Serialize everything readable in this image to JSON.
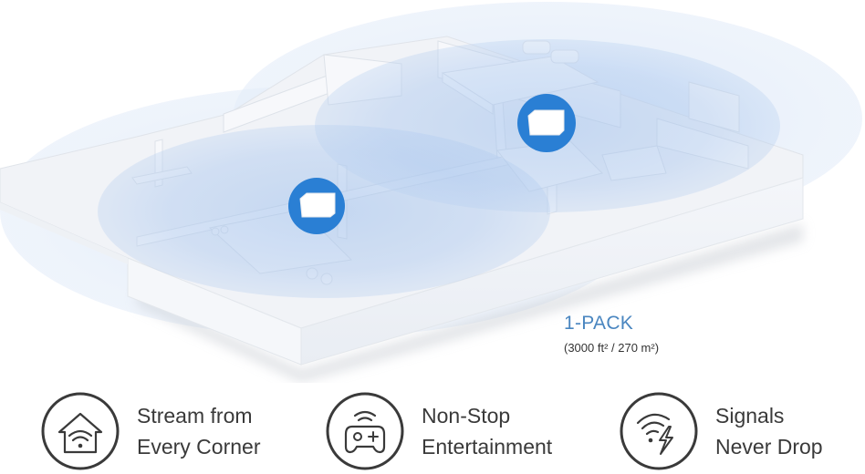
{
  "product": {
    "pack_label": "1-PACK",
    "coverage": "(3000 ft² / 270 m²)",
    "accent_color": "#4a86c0",
    "router_badge_color": "#2a7fd4"
  },
  "illustration": {
    "description": "3D floor plan with two mesh router units and blue coverage zones",
    "routers": [
      {
        "name": "router-unit-living",
        "icon": "router-cube-icon"
      },
      {
        "name": "router-unit-bedroom",
        "icon": "router-cube-icon"
      }
    ]
  },
  "features": [
    {
      "icon": "house-wifi-icon",
      "line1": "Stream from",
      "line2": "Every Corner"
    },
    {
      "icon": "gamepad-wifi-icon",
      "line1": "Non-Stop",
      "line2": "Entertainment"
    },
    {
      "icon": "wifi-lightning-icon",
      "line1": "Signals",
      "line2": "Never Drop"
    }
  ]
}
